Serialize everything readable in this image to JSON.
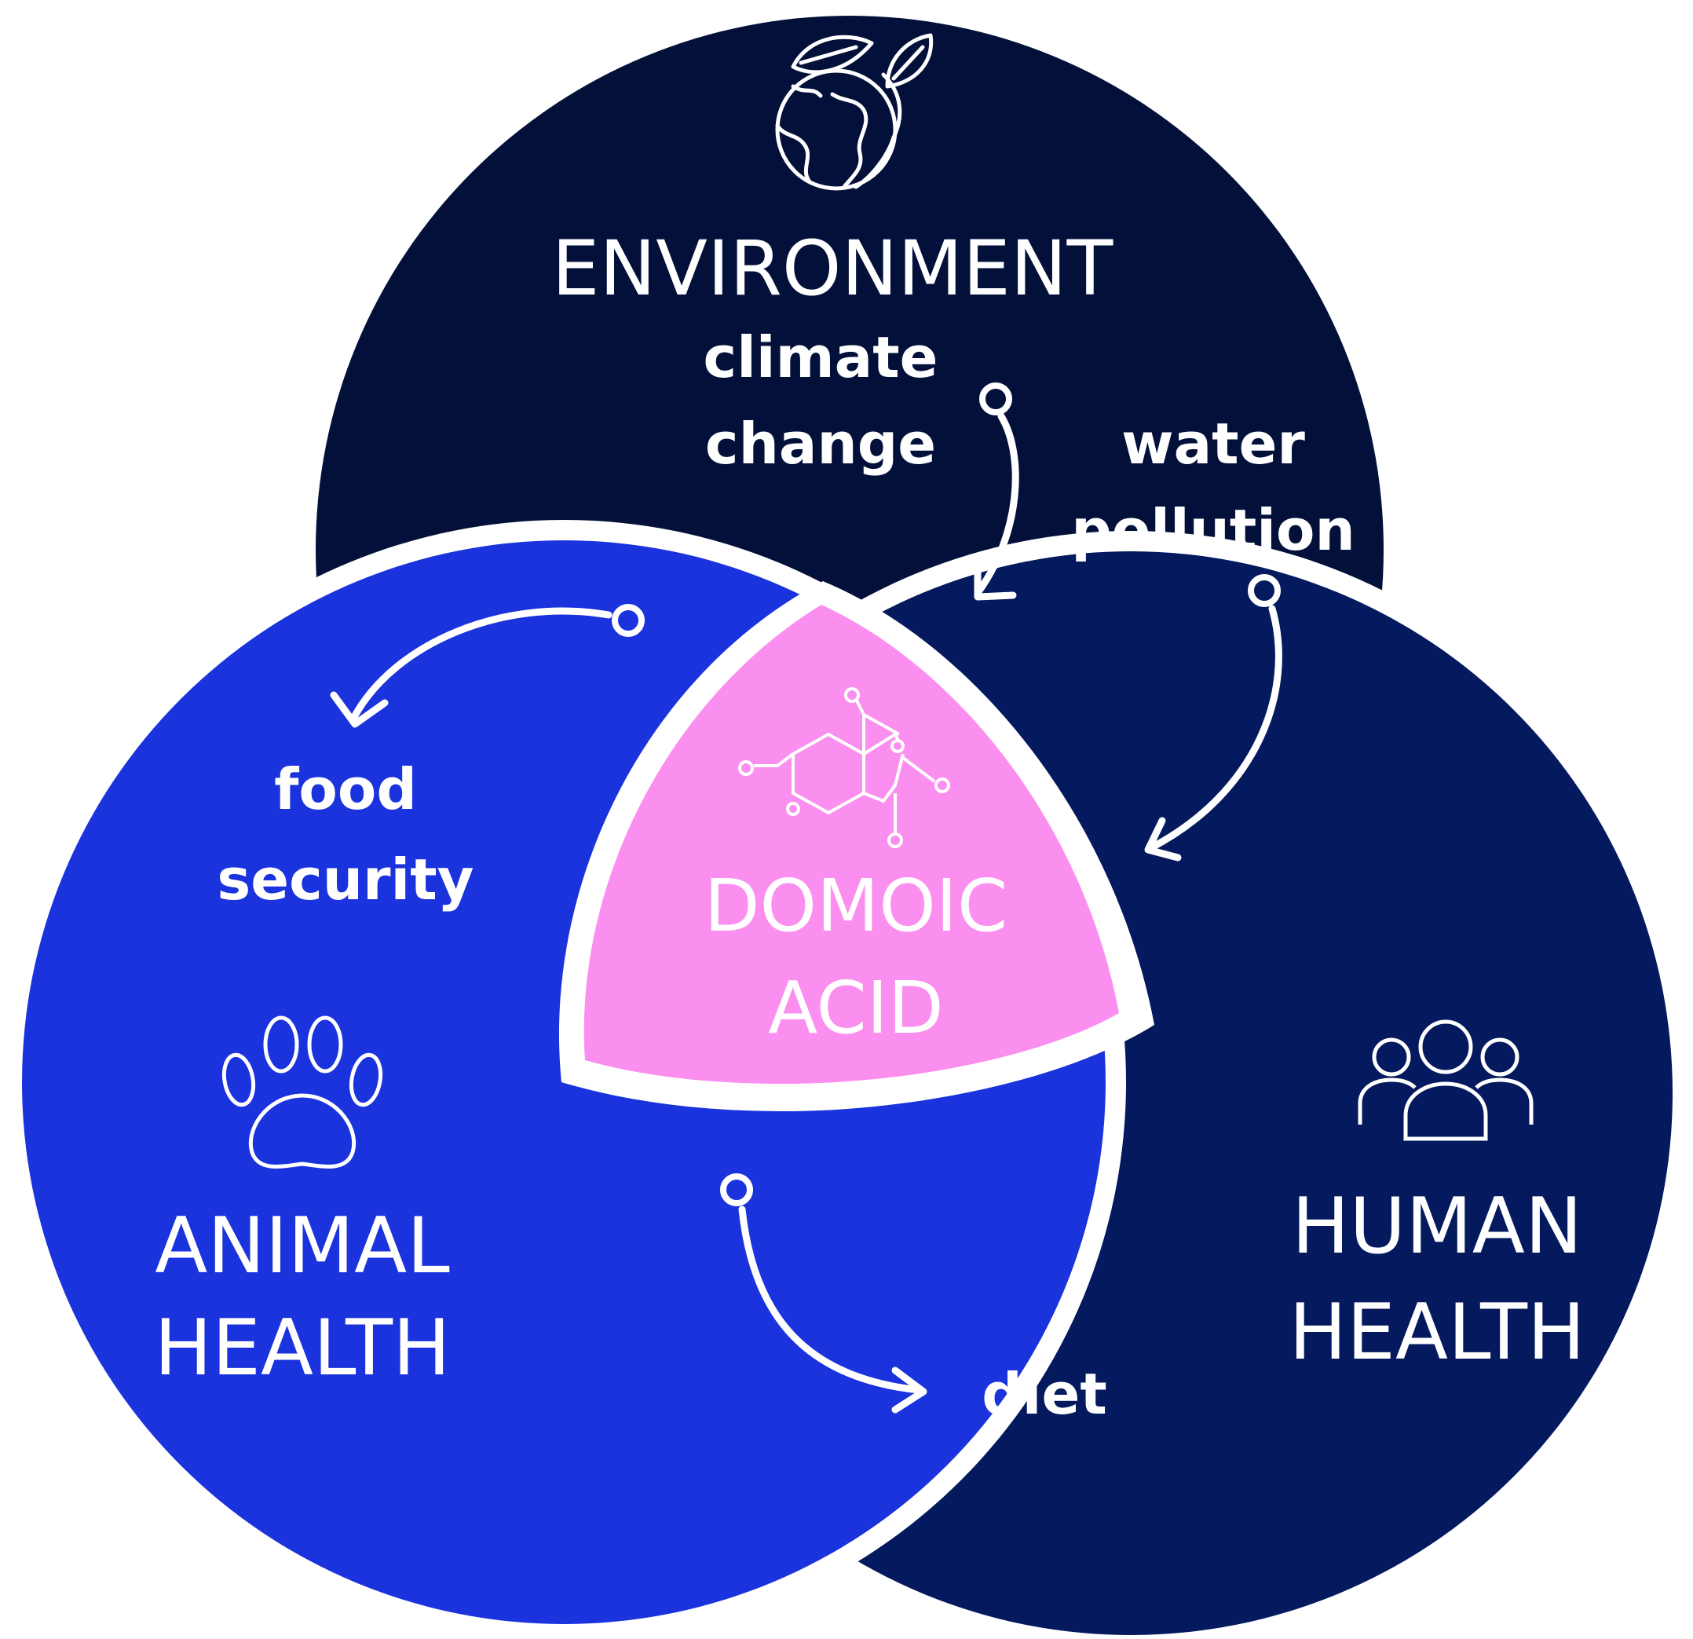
{
  "colors": {
    "environment": "#03113a",
    "human_health": "#04195e",
    "animal_health": "#1a33dd",
    "domoic_acid": "#fb8fef",
    "separator": "#ffffff",
    "text": "#ffffff"
  },
  "environment": {
    "title": "ENVIRONMENT",
    "icon": "earth-leaves-icon",
    "drivers": {
      "climate_change": [
        "climate",
        "change"
      ],
      "water_pollution": [
        "water",
        "pollution"
      ]
    }
  },
  "animal_health": {
    "title": [
      "ANIMAL",
      "HEALTH"
    ],
    "icon": "paw-icon",
    "driver": [
      "food",
      "security"
    ]
  },
  "human_health": {
    "title": [
      "HUMAN",
      "HEALTH"
    ],
    "icon": "people-group-icon",
    "driver": "diet"
  },
  "center": {
    "title": [
      "DOMOIC",
      "ACID"
    ],
    "icon": "molecule-icon"
  }
}
